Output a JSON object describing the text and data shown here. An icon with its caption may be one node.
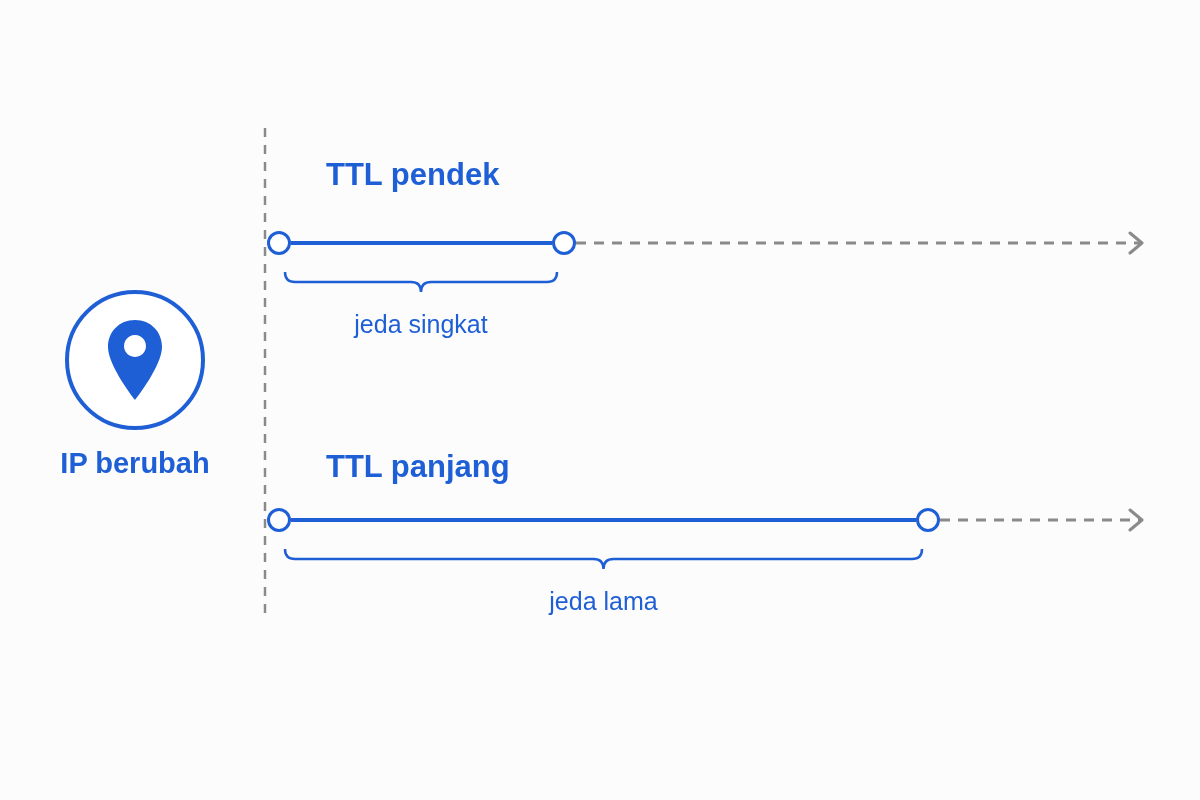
{
  "diagram": {
    "nodes": [
      {
        "text": [
          "IP berubah"
        ]
      },
      {
        "text": [],
        "shape": "circle"
      },
      {
        "text": [],
        "shape": "circle"
      },
      {
        "text": [],
        "shape": "circle"
      },
      {
        "text": [],
        "shape": "circle"
      }
    ],
    "edges": [
      {
        "from": 1,
        "to": 2,
        "arrow": "none"
      },
      {
        "from": 2,
        "to": null,
        "arrow": "to",
        "style": "dashed",
        "color": "#8a8a8a"
      },
      {
        "from": 3,
        "to": 4,
        "arrow": "none"
      },
      {
        "from": 4,
        "to": null,
        "arrow": "to",
        "style": "dashed",
        "color": "#8a8a8a"
      }
    ],
    "labels": [
      "TTL pendek",
      "jeda singkat",
      "TTL panjang",
      "jeda lama"
    ]
  }
}
